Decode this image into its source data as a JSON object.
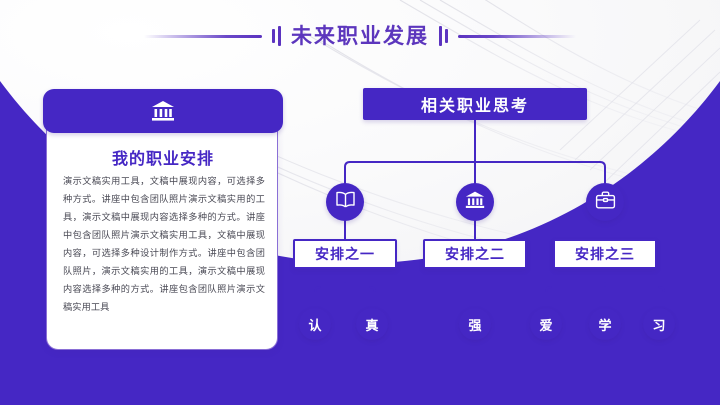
{
  "slide": {
    "header": {
      "title": "未来职业发展",
      "left_rule": "decorative-rule",
      "right_rule": "decorative-rule"
    },
    "card": {
      "icon": "bank-icon",
      "title": "我的职业安排",
      "body": "演示文稿实用工具，文稿中展现内容，可选择多种方式。讲座中包含团队照片演示文稿实用的工具，演示文稿中展现内容选择多种的方式。讲座中包含团队照片演示文稿实用工具，文稿中展现内容，可选择多种设计制作方式。讲座中包含团队照片，演示文稿实用的工具，演示文稿中展现内容选择多种的方式。讲座包含团队照片演示文稿实用工具"
    },
    "tree": {
      "root": "相关职业思考",
      "branches": [
        {
          "icon": "open-book-icon",
          "label": "安排之一",
          "leaves": [
            "认",
            "真"
          ]
        },
        {
          "icon": "bank-icon",
          "label": "安排之二",
          "leaves": [
            "强"
          ]
        },
        {
          "icon": "briefcase-icon",
          "label": "安排之三",
          "leaves": [
            "爱",
            "学",
            "习"
          ]
        }
      ]
    },
    "colors": {
      "primary": "#4527c4",
      "title_text": "#5c36bd",
      "body_text": "#4a4a55",
      "background": "#f7f7f8",
      "card_border": "#8a6fd6"
    }
  }
}
